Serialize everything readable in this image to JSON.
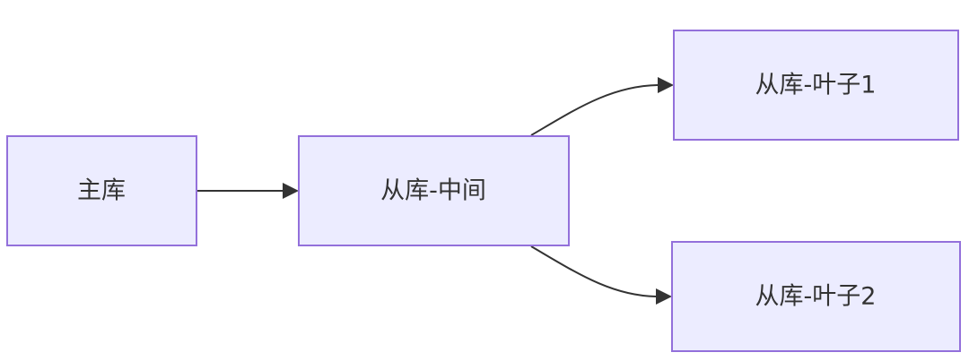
{
  "colors": {
    "node_fill": "#ECECFF",
    "node_stroke": "#9370DB",
    "edge": "#333333",
    "text": "#333333"
  },
  "nodes": {
    "master": {
      "label": "主库"
    },
    "intermediate": {
      "label": "从库-中间"
    },
    "leaf1": {
      "label": "从库-叶子1"
    },
    "leaf2": {
      "label": "从库-叶子2"
    }
  },
  "edges": [
    {
      "from": "master",
      "to": "intermediate"
    },
    {
      "from": "intermediate",
      "to": "leaf1"
    },
    {
      "from": "intermediate",
      "to": "leaf2"
    }
  ]
}
